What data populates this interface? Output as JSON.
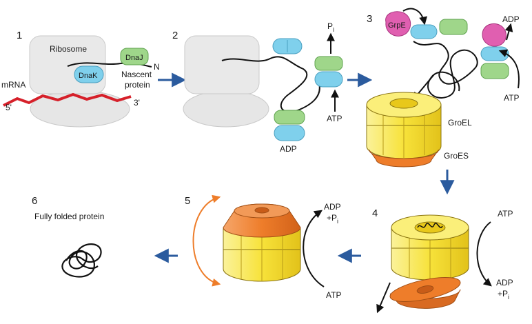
{
  "steps": [
    "1",
    "2",
    "3",
    "4",
    "5",
    "6"
  ],
  "panel1": {
    "ribosome": "Ribosome",
    "dnaj": "DnaJ",
    "dnak": "DnaK",
    "n_terminus": "N",
    "nascent_1": "Nascent",
    "nascent_2": "protein",
    "mrna": "mRNA",
    "five_prime": "5'",
    "three_prime": "3'"
  },
  "panel2": {
    "pi": "P",
    "pi_sub": "i",
    "atp": "ATP",
    "adp": "ADP"
  },
  "panel3": {
    "grpe": "GrpE",
    "adp": "ADP",
    "atp": "ATP",
    "groel": "GroEL",
    "groes": "GroES"
  },
  "panel4": {
    "atp": "ATP",
    "adp": "ADP",
    "pi": "+P",
    "pi_sub": "i"
  },
  "panel5": {
    "adp": "ADP",
    "pi": "+P",
    "pi_sub": "i",
    "atp": "ATP"
  },
  "panel6": {
    "title": "Fully folded protein"
  },
  "colors": {
    "dnak": "#7fd0ec",
    "dnaj": "#9fd68a",
    "grpe": "#e05fb0",
    "groel": "#f7e23a",
    "groes": "#ee7d2a",
    "ribosome": "#e6e6e6",
    "mrna": "#d6202a",
    "flow_arrow": "#2b5b9e"
  }
}
